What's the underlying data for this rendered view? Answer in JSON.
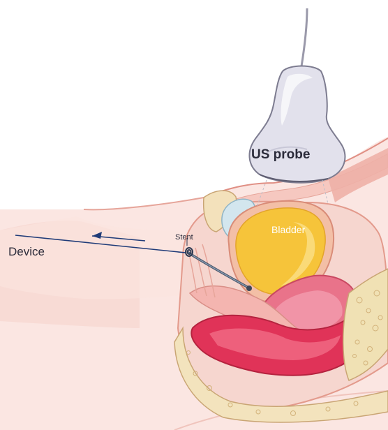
{
  "labels": {
    "probe": "US probe",
    "bladder": "Bladder",
    "stent": "Stent",
    "device": "Device"
  },
  "colors": {
    "background": "#ffffff",
    "skin": "#f9dcd7",
    "skin_outline": "#e6a59a",
    "probe_body": "#dedde9",
    "probe_outline": "#7d7c90",
    "bladder_fill": "#f5c535",
    "bladder_wall": "#e6a0aa",
    "uterus": "#e45b74",
    "rectum": "#de2f58",
    "bone": "#f0e2b0",
    "arrow": "#1f3b78",
    "label_dark": "#2b2b3a",
    "label_white": "#ffffff"
  }
}
